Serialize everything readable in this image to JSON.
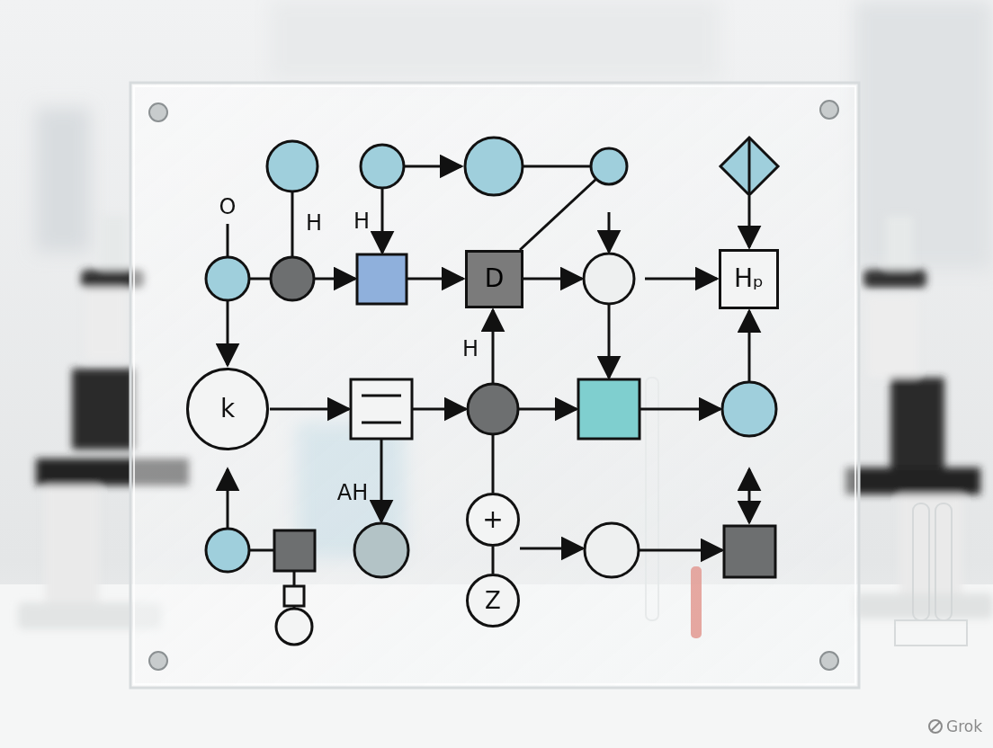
{
  "diagram": {
    "nodes": [
      {
        "text": [
          "D"
        ]
      },
      {
        "text": [
          "Hₚ"
        ]
      },
      {
        "text": [
          "k"
        ]
      },
      {
        "text": [
          "+"
        ]
      },
      {
        "text": [
          "Z"
        ]
      }
    ],
    "edges": [
      {
        "from": 3,
        "to": 4,
        "arrow": "none"
      }
    ],
    "labels": [
      "O",
      "H",
      "H",
      "H",
      "AH",
      "Grok"
    ]
  }
}
